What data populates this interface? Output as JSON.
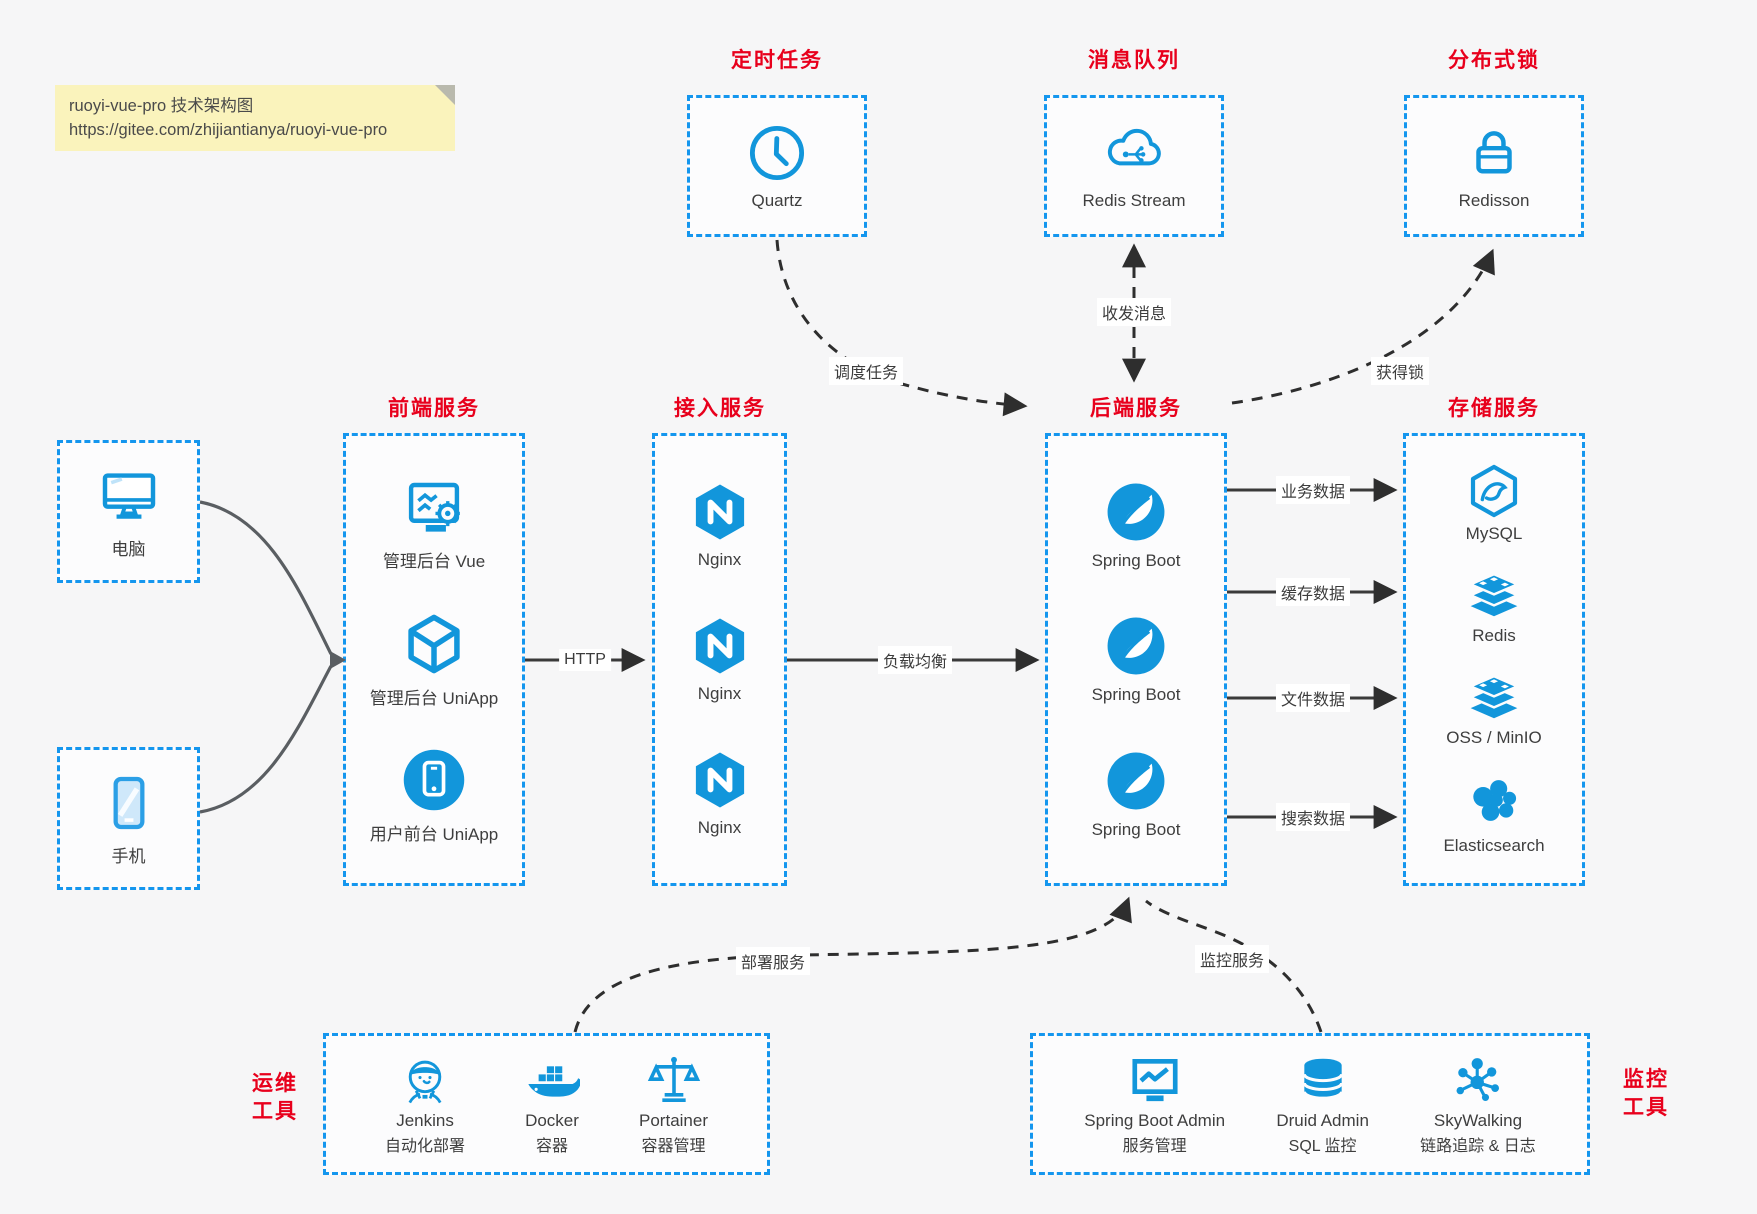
{
  "note": {
    "line1": "ruoyi-vue-pro 技术架构图",
    "line2": "https://gitee.com/zhijiantianya/ruoyi-vue-pro"
  },
  "colors": {
    "canvas_bg": "#f6f6f7",
    "box_border_blue": "#1496ee",
    "icon_blue": "#1296db",
    "title_red": "#e8001c",
    "arrow_dark": "#2e2e2e",
    "client_arrow_gray": "#5a5e62",
    "note_bg": "#faf3bc"
  },
  "groups": {
    "scheduled": {
      "title": "定时任务",
      "items": [
        {
          "label": "Quartz",
          "icon": "clock-icon"
        }
      ]
    },
    "mq": {
      "title": "消息队列",
      "items": [
        {
          "label": "Redis Stream",
          "icon": "cloud-mq-icon"
        }
      ]
    },
    "lock": {
      "title": "分布式锁",
      "items": [
        {
          "label": "Redisson",
          "icon": "lock-icon"
        }
      ]
    },
    "clients": {
      "items": [
        {
          "label": "电脑",
          "icon": "computer-icon"
        },
        {
          "label": "手机",
          "icon": "phone-icon"
        }
      ]
    },
    "frontend": {
      "title": "前端服务",
      "items": [
        {
          "label": "管理后台 Vue",
          "icon": "admin-vue-icon"
        },
        {
          "label": "管理后台 UniApp",
          "icon": "uniapp-cube-icon"
        },
        {
          "label": "用户前台 UniApp",
          "icon": "user-app-icon"
        }
      ]
    },
    "gateway": {
      "title": "接入服务",
      "items": [
        {
          "label": "Nginx",
          "icon": "nginx-icon"
        },
        {
          "label": "Nginx",
          "icon": "nginx-icon"
        },
        {
          "label": "Nginx",
          "icon": "nginx-icon"
        }
      ]
    },
    "backend": {
      "title": "后端服务",
      "items": [
        {
          "label": "Spring Boot",
          "icon": "spring-boot-icon"
        },
        {
          "label": "Spring Boot",
          "icon": "spring-boot-icon"
        },
        {
          "label": "Spring Boot",
          "icon": "spring-boot-icon"
        }
      ]
    },
    "storage": {
      "title": "存储服务",
      "items": [
        {
          "label": "MySQL",
          "icon": "mysql-icon"
        },
        {
          "label": "Redis",
          "icon": "redis-icon"
        },
        {
          "label": "OSS / MinIO",
          "icon": "oss-icon"
        },
        {
          "label": "Elasticsearch",
          "icon": "elasticsearch-icon"
        }
      ]
    },
    "ops": {
      "title_line1": "运维",
      "title_line2": "工具",
      "items": [
        {
          "name": "Jenkins",
          "sub": "自动化部署",
          "icon": "jenkins-icon"
        },
        {
          "name": "Docker",
          "sub": "容器",
          "icon": "docker-icon"
        },
        {
          "name": "Portainer",
          "sub": "容器管理",
          "icon": "portainer-icon"
        }
      ]
    },
    "monitor": {
      "title_line1": "监控",
      "title_line2": "工具",
      "items": [
        {
          "name": "Spring Boot Admin",
          "sub": "服务管理",
          "icon": "sba-monitor-icon"
        },
        {
          "name": "Druid Admin",
          "sub": "SQL 监控",
          "icon": "druid-db-icon"
        },
        {
          "name": "SkyWalking",
          "sub": "链路追踪 & 日志",
          "icon": "skywalking-icon"
        }
      ]
    }
  },
  "edges": {
    "http": "HTTP",
    "load_balance": "负载均衡",
    "biz_data": "业务数据",
    "cache_data": "缓存数据",
    "file_data": "文件数据",
    "search_data": "搜索数据",
    "schedule": "调度任务",
    "message": "收发消息",
    "lock": "获得锁",
    "deploy": "部署服务",
    "monitor": "监控服务"
  }
}
